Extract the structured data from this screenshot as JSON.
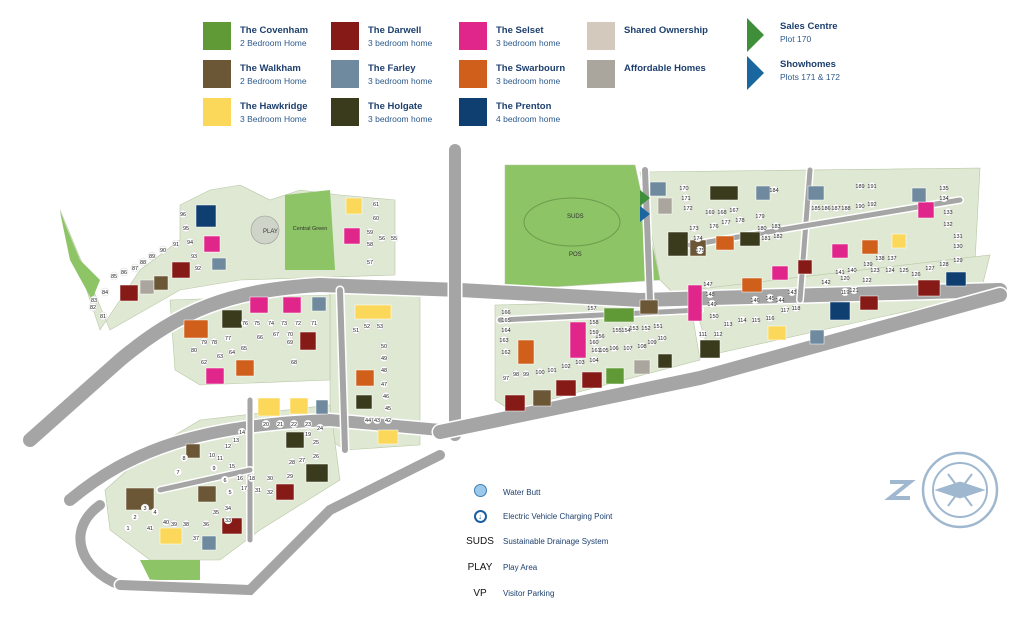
{
  "legend": {
    "house_types": [
      {
        "name": "The Covenham",
        "desc": "2 Bedroom Home",
        "key": "covenham",
        "color": "#5f9a36"
      },
      {
        "name": "The Walkham",
        "desc": "2 Bedroom Home",
        "key": "walkham",
        "color": "#6b5636"
      },
      {
        "name": "The Hawkridge",
        "desc": "3 Bedroom Home",
        "key": "hawkridge",
        "color": "#fcd85a"
      },
      {
        "name": "The Darwell",
        "desc": "3 bedroom home",
        "key": "darwell",
        "color": "#861a16"
      },
      {
        "name": "The Farley",
        "desc": "3 bedroom home",
        "key": "farley",
        "color": "#6f8a9e"
      },
      {
        "name": "The Holgate",
        "desc": "3 bedroom home",
        "key": "holgate",
        "color": "#3a3a1d"
      },
      {
        "name": "The Selset",
        "desc": "3 bedroom home",
        "key": "selset",
        "color": "#e0268a"
      },
      {
        "name": "The Swarbourn",
        "desc": "3 bedroom home",
        "key": "swarbourn",
        "color": "#cf5f1b"
      },
      {
        "name": "The Prenton",
        "desc": "4 bedroom home",
        "key": "prenton",
        "color": "#0f3f70"
      },
      {
        "name": "Shared Ownership",
        "desc": "",
        "key": "shared",
        "color": "#d4c9bd"
      },
      {
        "name": "Affordable Homes",
        "desc": "",
        "key": "affordable",
        "color": "#aaa59d"
      }
    ],
    "markers": [
      {
        "name": "Sales Centre",
        "desc": "Plot 170",
        "color": "#3f8f3a"
      },
      {
        "name": "Showhomes",
        "desc": "Plots 171 & 172",
        "color": "#19679e"
      }
    ],
    "key": [
      {
        "symbol": "",
        "icon": "water-butt-icon",
        "label": "Water Butt"
      },
      {
        "symbol": "",
        "icon": "ev-charging-icon",
        "label": "Electric Vehicle Charging Point"
      },
      {
        "symbol": "SUDS",
        "label": "Sustainable Drainage System"
      },
      {
        "symbol": "PLAY",
        "label": "Play Area"
      },
      {
        "symbol": "VP",
        "label": "Visitor Parking"
      }
    ]
  },
  "map_labels": {
    "suds": "SUDS",
    "pos": "POS",
    "play": "PLAY",
    "central_green": "Central Green"
  },
  "compass": {
    "letter": "N"
  },
  "plots": [
    "96",
    "95",
    "94",
    "93",
    "92",
    "91",
    "90",
    "89",
    "88",
    "87",
    "86",
    "85",
    "84",
    "83",
    "82",
    "81",
    "76",
    "75",
    "74",
    "73",
    "72",
    "71",
    "80",
    "79",
    "78",
    "77",
    "66",
    "67",
    "70",
    "69",
    "68",
    "65",
    "64",
    "63",
    "62",
    "61",
    "60",
    "59",
    "58",
    "56",
    "55",
    "57",
    "51",
    "52",
    "53",
    "50",
    "49",
    "48",
    "47",
    "46",
    "45",
    "44",
    "43",
    "42",
    "20",
    "21",
    "22",
    "19",
    "23",
    "24",
    "25",
    "26",
    "27",
    "28",
    "29",
    "30",
    "31",
    "32",
    "33",
    "34",
    "35",
    "36",
    "37",
    "38",
    "39",
    "40",
    "41",
    "1",
    "2",
    "3",
    "4",
    "5",
    "6",
    "7",
    "8",
    "9",
    "10",
    "11",
    "12",
    "13",
    "14",
    "15",
    "16",
    "17",
    "18",
    "97",
    "98",
    "99",
    "100",
    "101",
    "102",
    "103",
    "104",
    "105",
    "106",
    "107",
    "108",
    "109",
    "110",
    "111",
    "112",
    "113",
    "114",
    "115",
    "116",
    "117",
    "118",
    "119",
    "120",
    "121",
    "122",
    "123",
    "124",
    "125",
    "126",
    "127",
    "128",
    "129",
    "130",
    "131",
    "132",
    "133",
    "134",
    "135",
    "137",
    "138",
    "139",
    "140",
    "141",
    "142",
    "143",
    "144",
    "145",
    "146",
    "147",
    "148",
    "149",
    "150",
    "151",
    "152",
    "153",
    "154",
    "155",
    "156",
    "157",
    "158",
    "159",
    "160",
    "161",
    "162",
    "163",
    "164",
    "165",
    "166",
    "170",
    "171",
    "172",
    "173",
    "174",
    "175",
    "176",
    "177",
    "178",
    "179",
    "180",
    "181",
    "182",
    "183",
    "184",
    "185",
    "186",
    "187",
    "188",
    "189",
    "190",
    "191",
    "192",
    "167",
    "168",
    "169"
  ]
}
